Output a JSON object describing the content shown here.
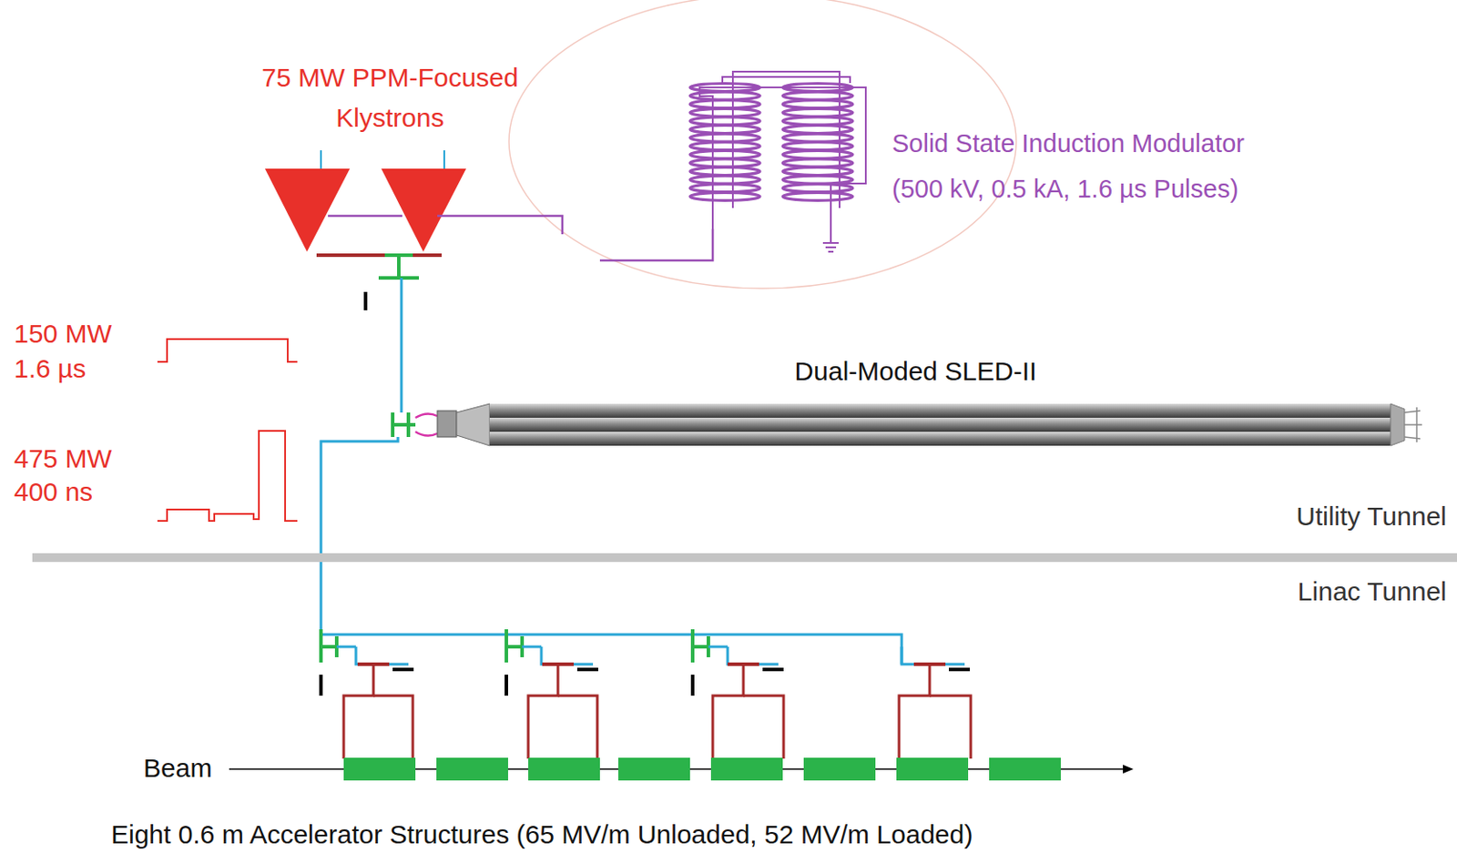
{
  "diagram": {
    "labels": [
      "75 MW PPM-Focused",
      "Klystrons",
      "Solid State Induction Modulator",
      "(500 kV, 0.5 kA, 1.6 µs Pulses)",
      "150 MW",
      "1.6 µs",
      "475 MW",
      "400 ns",
      "Dual-Moded SLED-II",
      "Utility Tunnel",
      "Linac Tunnel",
      "Beam",
      "Eight 0.6 m Accelerator Structures (65 MV/m Unloaded, 52 MV/m Loaded)"
    ]
  }
}
